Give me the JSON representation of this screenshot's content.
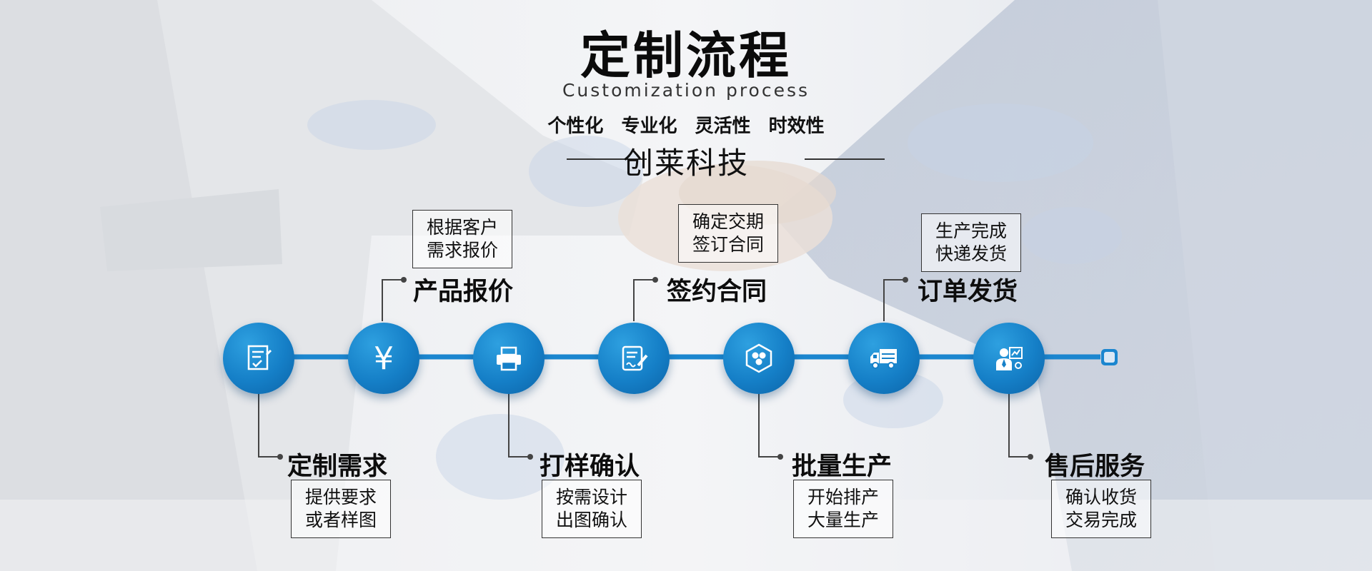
{
  "header": {
    "title": "定制流程",
    "subtitle": "Customization process",
    "features": [
      "个性化",
      "专业化",
      "灵活性",
      "时效性"
    ],
    "brand": "创莱科技"
  },
  "steps": [
    {
      "label": "定制需求",
      "desc": [
        "提供要求",
        "或者样图"
      ],
      "icon": "document-check-icon",
      "position": "below"
    },
    {
      "label": "产品报价",
      "desc": [
        "根据客户",
        "需求报价"
      ],
      "icon": "yen-icon",
      "position": "above"
    },
    {
      "label": "打样确认",
      "desc": [
        "按需设计",
        "出图确认"
      ],
      "icon": "printer-icon",
      "position": "below"
    },
    {
      "label": "签约合同",
      "desc": [
        "确定交期",
        "签订合同"
      ],
      "icon": "contract-sign-icon",
      "position": "above"
    },
    {
      "label": "批量生产",
      "desc": [
        "开始排产",
        "大量生产"
      ],
      "icon": "production-hexagon-icon",
      "position": "below"
    },
    {
      "label": "订单发货",
      "desc": [
        "生产完成",
        "快递发货"
      ],
      "icon": "delivery-truck-icon",
      "position": "above"
    },
    {
      "label": "售后服务",
      "desc": [
        "确认收货",
        "交易完成"
      ],
      "icon": "customer-service-icon",
      "position": "below"
    }
  ],
  "colors": {
    "timeline": "#1b86cf",
    "node": "#157fc7",
    "node_dark": "#0c64a8"
  }
}
